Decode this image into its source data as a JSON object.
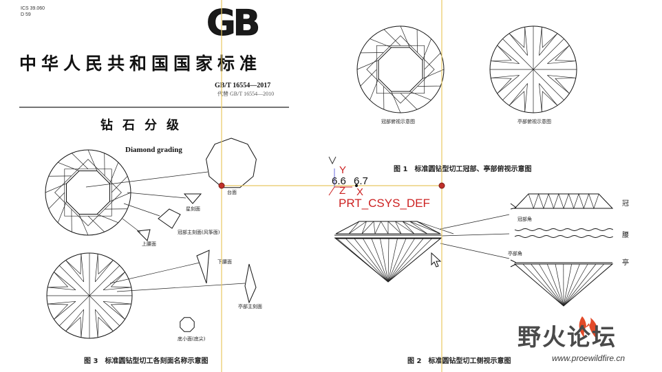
{
  "document": {
    "ics": "ICS 39.060",
    "class_code": "D 59",
    "logo_text": "GB",
    "national_standard": "中华人民共和国国家标准",
    "standard_number": "GB/T 16554—2017",
    "replaces": "代替 GB/T 16554—2010",
    "title_cn": "钻石分级",
    "title_en": "Diamond grading"
  },
  "figure1": {
    "crown_label": "冠部俯视示意图",
    "pavilion_label": "亭部俯视示意图",
    "caption": "图 1　标准圆钻型切工冠部、亭部俯视示意图"
  },
  "figure2": {
    "crown_angle": "冠部角",
    "pavilion_angle": "亭部角",
    "side_crown": "冠",
    "side_girdle": "腰",
    "side_pavilion": "亭",
    "caption": "图 2　标准圆钻型切工侧视示意图"
  },
  "figure3": {
    "table": "台面",
    "star": "星刻面",
    "crown_main": "冠部主刻面(风筝面)",
    "upper_girdle": "上腰面",
    "lower_girdle": "下腰面",
    "pavilion_main": "亭部主刻面",
    "culet": "底小面(底尖)",
    "caption": "图 3　标准圆钻型切工各刻面名称示意图"
  },
  "cad_overlay": {
    "csys_name": "PRT_CSYS_DEF",
    "axis_y": "Y",
    "axis_z": "Z",
    "axis_x": "X",
    "dim_left": "6.6",
    "dim_right": "6.7",
    "line_color": "#e8c860",
    "point_color": "#c0302a"
  },
  "watermark": {
    "text": "野火论坛",
    "url": "www.proewildfire.cn"
  }
}
